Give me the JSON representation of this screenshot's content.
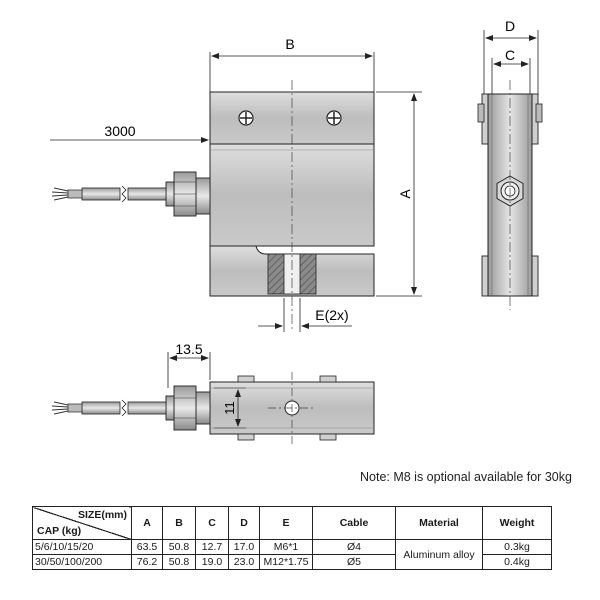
{
  "dimension_labels": {
    "b": "B",
    "d": "D",
    "c": "C",
    "cable_length": "3000",
    "a": "A",
    "e": "E(2x)",
    "offset": "13.5",
    "height_small": "11"
  },
  "note": "Note: M8 is optional available for 30kg",
  "table": {
    "header_size": "SIZE(mm)",
    "header_cap": "CAP (kg)",
    "columns": [
      "A",
      "B",
      "C",
      "D",
      "E",
      "Cable",
      "Material",
      "Weight"
    ],
    "rows": [
      {
        "cap": "5/6/10/15/20",
        "a": "63.5",
        "b": "50.8",
        "c": "12.7",
        "d": "17.0",
        "e": "M6*1",
        "cable": "Ø4",
        "weight": "0.3kg"
      },
      {
        "cap": "30/50/100/200",
        "a": "76.2",
        "b": "50.8",
        "c": "19.0",
        "d": "23.0",
        "e": "M12*1.75",
        "cable": "Ø5",
        "weight": "0.4kg"
      }
    ],
    "material": "Aluminum alloy"
  }
}
